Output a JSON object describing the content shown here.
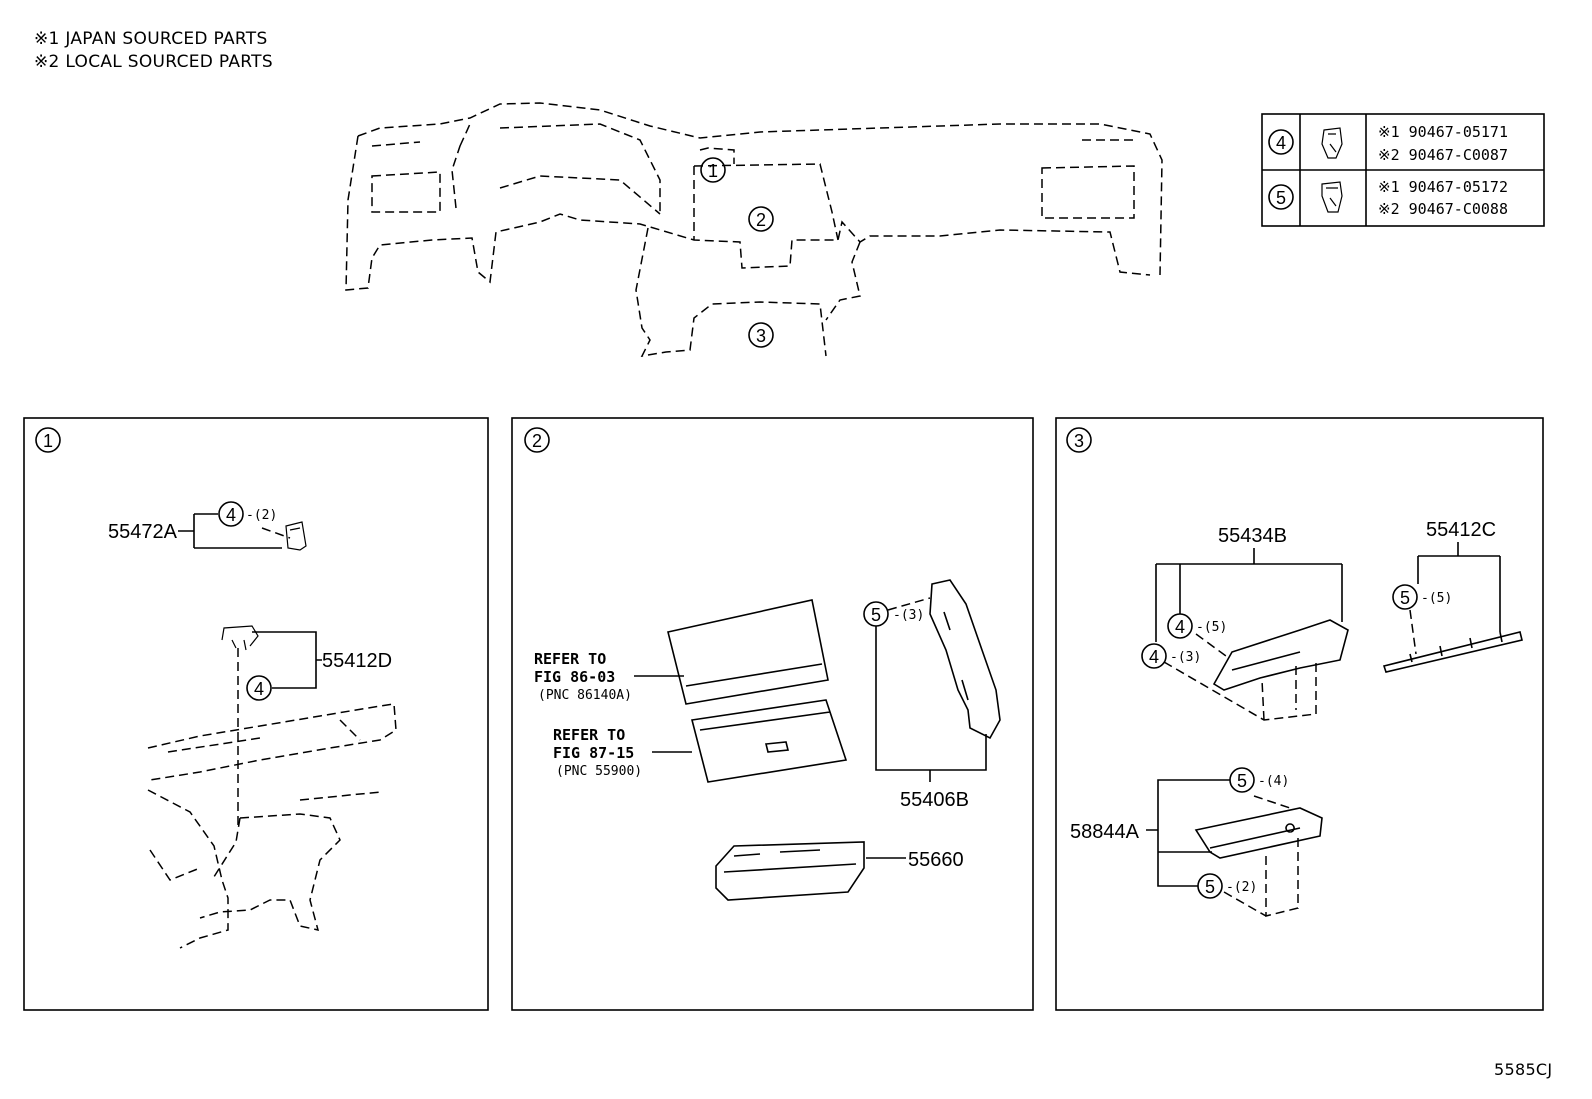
{
  "notes": [
    "※1 JAPAN SOURCED PARTS",
    "※2 LOCAL SOURCED PARTS"
  ],
  "overview_callouts": [
    "1",
    "2",
    "3"
  ],
  "fastener_table": [
    {
      "ref": "4",
      "parts": [
        "※1  90467-05171",
        "※2  90467-C0087"
      ]
    },
    {
      "ref": "5",
      "parts": [
        "※1  90467-05172",
        "※2  90467-C0088"
      ]
    }
  ],
  "panel1": {
    "label": "1",
    "parts": [
      "55472A",
      "55412D"
    ],
    "callouts": [
      "4",
      "4"
    ],
    "qty": [
      "-(2)"
    ]
  },
  "panel2": {
    "label": "2",
    "parts": [
      "55406B",
      "55660"
    ],
    "ref1": [
      "REFER TO",
      "FIG 86-03",
      "(PNC 86140A)"
    ],
    "ref2": [
      "REFER TO",
      "FIG 87-15",
      "(PNC 55900)"
    ],
    "callout": "5",
    "qty": "-(3)"
  },
  "panel3": {
    "label": "3",
    "parts": [
      "55434B",
      "55412C",
      "58844A"
    ],
    "callouts": [
      "4",
      "4",
      "5",
      "5",
      "5"
    ],
    "qty": [
      "-(5)",
      "-(3)",
      "-(5)",
      "-(4)",
      "-(2)"
    ]
  },
  "footer_code": "5585CJ"
}
